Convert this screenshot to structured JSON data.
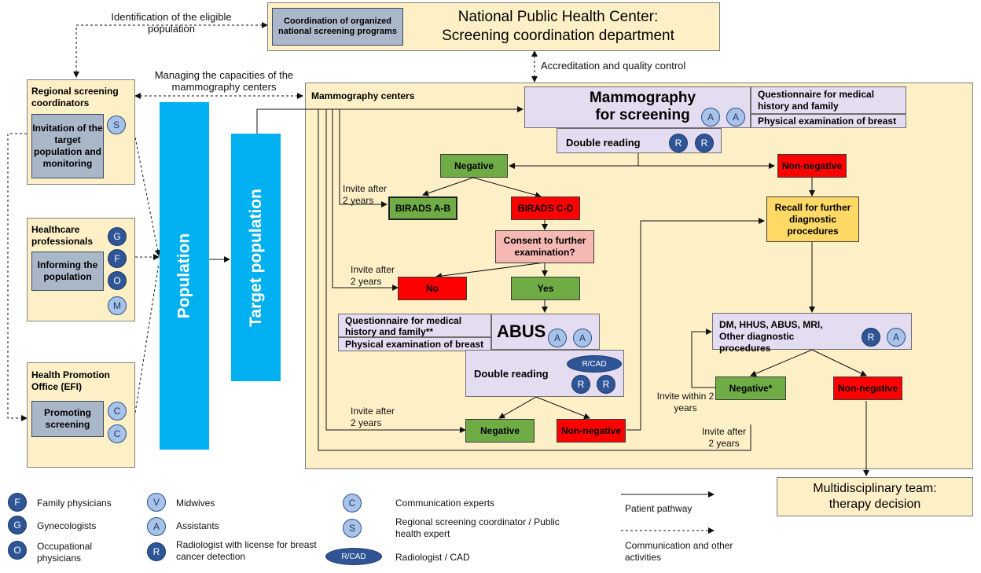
{
  "colors": {
    "cream": "#fdf0c7",
    "lavender": "#e4dcf0",
    "green": "#6fac46",
    "red": "#ff0000",
    "pink": "#f5b8b2",
    "yellow": "#fed966",
    "blue": "#00b0f0",
    "dark_circle": "#2f5597",
    "light_circle": "#a8c3ea"
  },
  "header": {
    "title_line1": "National Public Health Center:",
    "title_line2": "Screening coordination department",
    "coord_box": "Coordination of organized national screening programs"
  },
  "edges": {
    "identification": "Identification of the eligible population",
    "managing": "Managing the capacities of the mammography centers",
    "accreditation": "Accreditation and quality control"
  },
  "left": {
    "regional_title": "Regional screening coordinators",
    "invitation": "Invitation of the target population and monitoring",
    "hcp_title": "Healthcare professionals",
    "informing": "Informing the population",
    "efi_title": "Health Promotion Office (EFI)",
    "promoting": "Promoting screening"
  },
  "bars": {
    "population": "Population",
    "target": "Target population"
  },
  "centers": {
    "title": "Mammography centers",
    "mammo_line1": "Mammography",
    "mammo_line2": "for screening",
    "q_medical": "Questionnaire for medical history and family",
    "phys_exam": "Physical examination of breast",
    "double_reading": "Double reading",
    "negative": "Negative",
    "non_negative": "Non-negative",
    "birads_ab": "BIRADS A-B",
    "birads_cd": "BIRADS C-D",
    "consent": "Consent to further examination?",
    "no": "No",
    "yes": "Yes",
    "recall": "Recall for further diagnostic procedures",
    "invite_after_1": "Invite after 2 years",
    "invite_after_2": "Invite after 2 years",
    "invite_after_3": "Invite after 2 years",
    "invite_after_4": "Invite after 2 years",
    "invite_within": "Invite within 2 years",
    "abus_q": "Questionnaire for medical history and family**",
    "abus_phys": "Physical examination of breast",
    "abus": "ABUS",
    "abus_double": "Double reading",
    "rcad": "R/CAD",
    "abus_negative": "Negative",
    "abus_non_negative": "Non-negative",
    "dm_box": "DM, HHUS, ABUS, MRI, Other diagnostic procedures",
    "negative_star": "Negative*",
    "diag_non_negative": "Non-negative"
  },
  "multi": "Multidisciplinary team: therapy decision",
  "circles": {
    "S": "S",
    "A": "A",
    "R": "R",
    "G": "G",
    "F": "F",
    "O": "O",
    "M": "M",
    "C": "C",
    "V": "V"
  },
  "legend": {
    "F": "Family physicians",
    "G": "Gynecologists",
    "O": "Occupational physicians",
    "V": "Midwives",
    "A": "Assistants",
    "R": "Radiologist with license for breast cancer detection",
    "C": "Communication experts",
    "S": "Regional screening coordinator / Public health expert",
    "RCAD": "Radiologist / CAD",
    "patient": "Patient pathway",
    "comm": "Communication and other activities"
  }
}
